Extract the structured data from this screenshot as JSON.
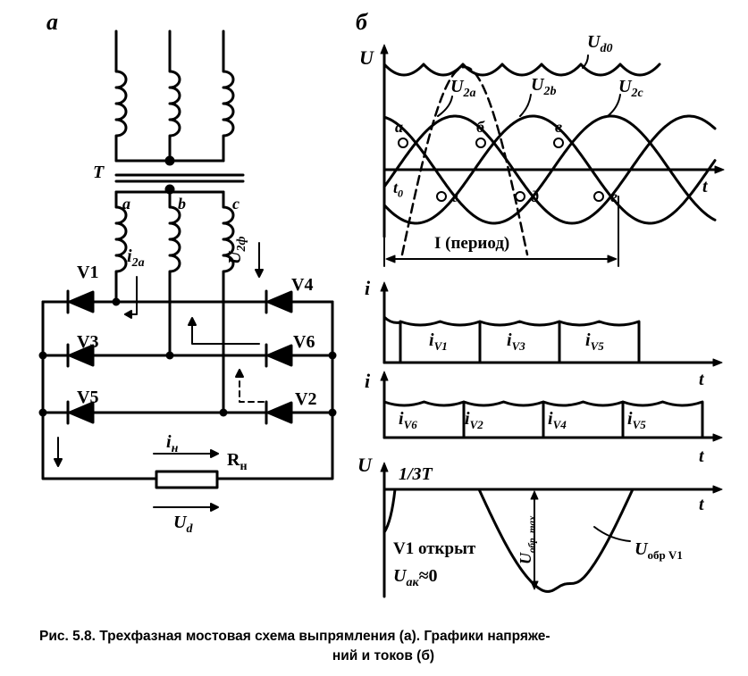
{
  "panel_a": {
    "label": "а",
    "transformer": "T",
    "phases": [
      "a",
      "b",
      "c"
    ],
    "phase_voltage": "U",
    "phase_voltage_sub": "2ф",
    "phase_current": "i",
    "phase_current_sub": "2a",
    "diodes": [
      "V1",
      "V3",
      "V5",
      "V4",
      "V6",
      "V2"
    ],
    "load_current": "i",
    "load_current_sub": "н",
    "load_resistor": "R",
    "load_resistor_sub": "н",
    "load_voltage": "U",
    "load_voltage_sub": "d"
  },
  "panel_b": {
    "label": "б",
    "plot1": {
      "y_axis": "U",
      "x_axis": "t",
      "ud0": "U",
      "ud0_sub": "d0",
      "phases": [
        {
          "name": "U",
          "sub": "2a"
        },
        {
          "name": "U",
          "sub": "2b"
        },
        {
          "name": "U",
          "sub": "2c"
        }
      ],
      "points_top": [
        "а",
        "б",
        "в"
      ],
      "points_bottom": [
        "г",
        "д",
        "е"
      ],
      "t0": "t",
      "t0_sub": "0",
      "period": "I (период)"
    },
    "plot2": {
      "y_axis": "i",
      "x_axis": "t",
      "pulses": [
        {
          "name": "i",
          "sub": "V1"
        },
        {
          "name": "i",
          "sub": "V3"
        },
        {
          "name": "i",
          "sub": "V5"
        }
      ]
    },
    "plot3": {
      "y_axis": "i",
      "x_axis": "t",
      "pulses": [
        {
          "name": "i",
          "sub": "V6"
        },
        {
          "name": "i",
          "sub": "V2"
        },
        {
          "name": "i",
          "sub": "V4"
        },
        {
          "name": "i",
          "sub": "V5"
        }
      ]
    },
    "plot4": {
      "y_axis": "U",
      "x_axis": "t",
      "third_period": "1/3T",
      "open_label": "V1 открыт",
      "uak": "U",
      "uak_sub": "ак",
      "uak_value": "≈0",
      "uobr_max": "U",
      "uobr_max_sub": "обр. max",
      "uobr": "U",
      "uobr_sub": "обр V1"
    }
  },
  "caption": {
    "line1": "Рис. 5.8. Трехфазная  мостовая  схема выпрямления  (а).  Графики напряже-",
    "line2": "ний и токов (б)"
  }
}
